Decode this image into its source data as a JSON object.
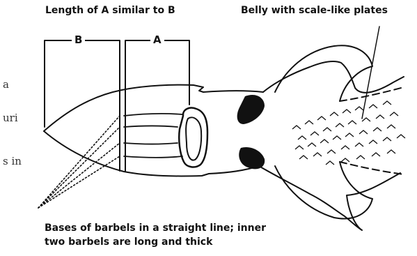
{
  "labels": {
    "length_note": "Length of A similar to B",
    "belly_note": "Belly with scale-like plates",
    "bracket_b": "B",
    "bracket_a": "A",
    "barbel_note_line1": "Bases of barbels in a straight line; inner",
    "barbel_note_line2": "two barbels are long and thick"
  },
  "clipped_text": {
    "line1": "a",
    "line2": "uri",
    "line3": "s in"
  },
  "colors": {
    "ink": "#111111",
    "background": "#ffffff"
  }
}
